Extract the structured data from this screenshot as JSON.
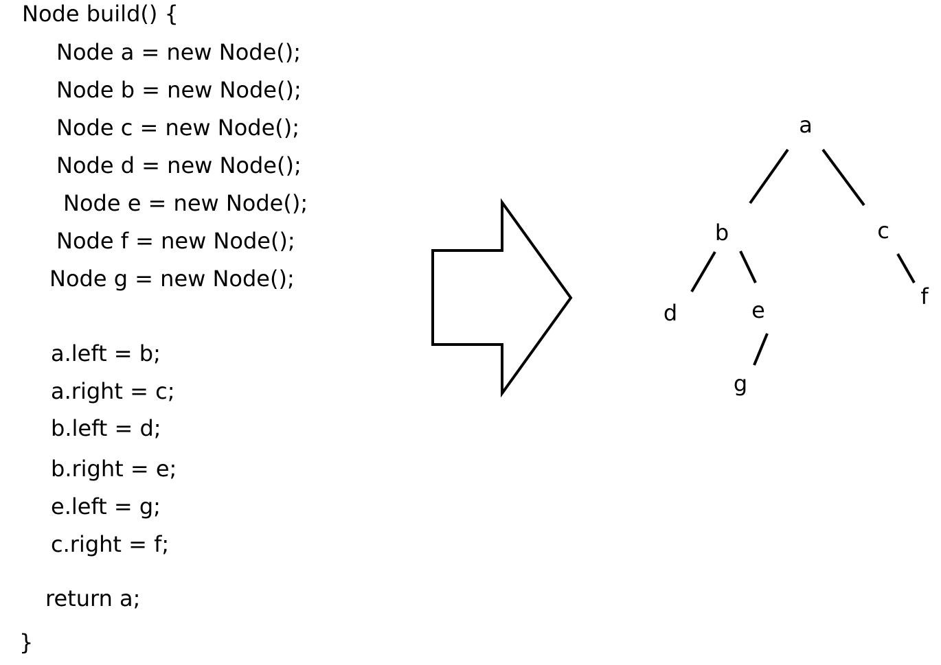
{
  "code": {
    "lines": [
      "Node build() {",
      "Node a = new Node();",
      "Node b = new Node();",
      "Node c = new Node();",
      "Node d = new Node();",
      "Node e = new Node();",
      "Node f = new Node();",
      "Node g = new Node();",
      "a.left = b;",
      "a.right = c;",
      "b.left = d;",
      "b.right = e;",
      "e.left = g;",
      "c.right = f;",
      "return a;",
      "}"
    ]
  },
  "arrow": {
    "icon": "right-block-arrow-icon",
    "stroke_color": "#000000"
  },
  "tree": {
    "nodes": {
      "a": "a",
      "b": "b",
      "c": "c",
      "d": "d",
      "e": "e",
      "f": "f",
      "g": "g"
    },
    "edges": [
      [
        "a",
        "b"
      ],
      [
        "a",
        "c"
      ],
      [
        "b",
        "d"
      ],
      [
        "b",
        "e"
      ],
      [
        "e",
        "g"
      ],
      [
        "c",
        "f"
      ]
    ]
  }
}
